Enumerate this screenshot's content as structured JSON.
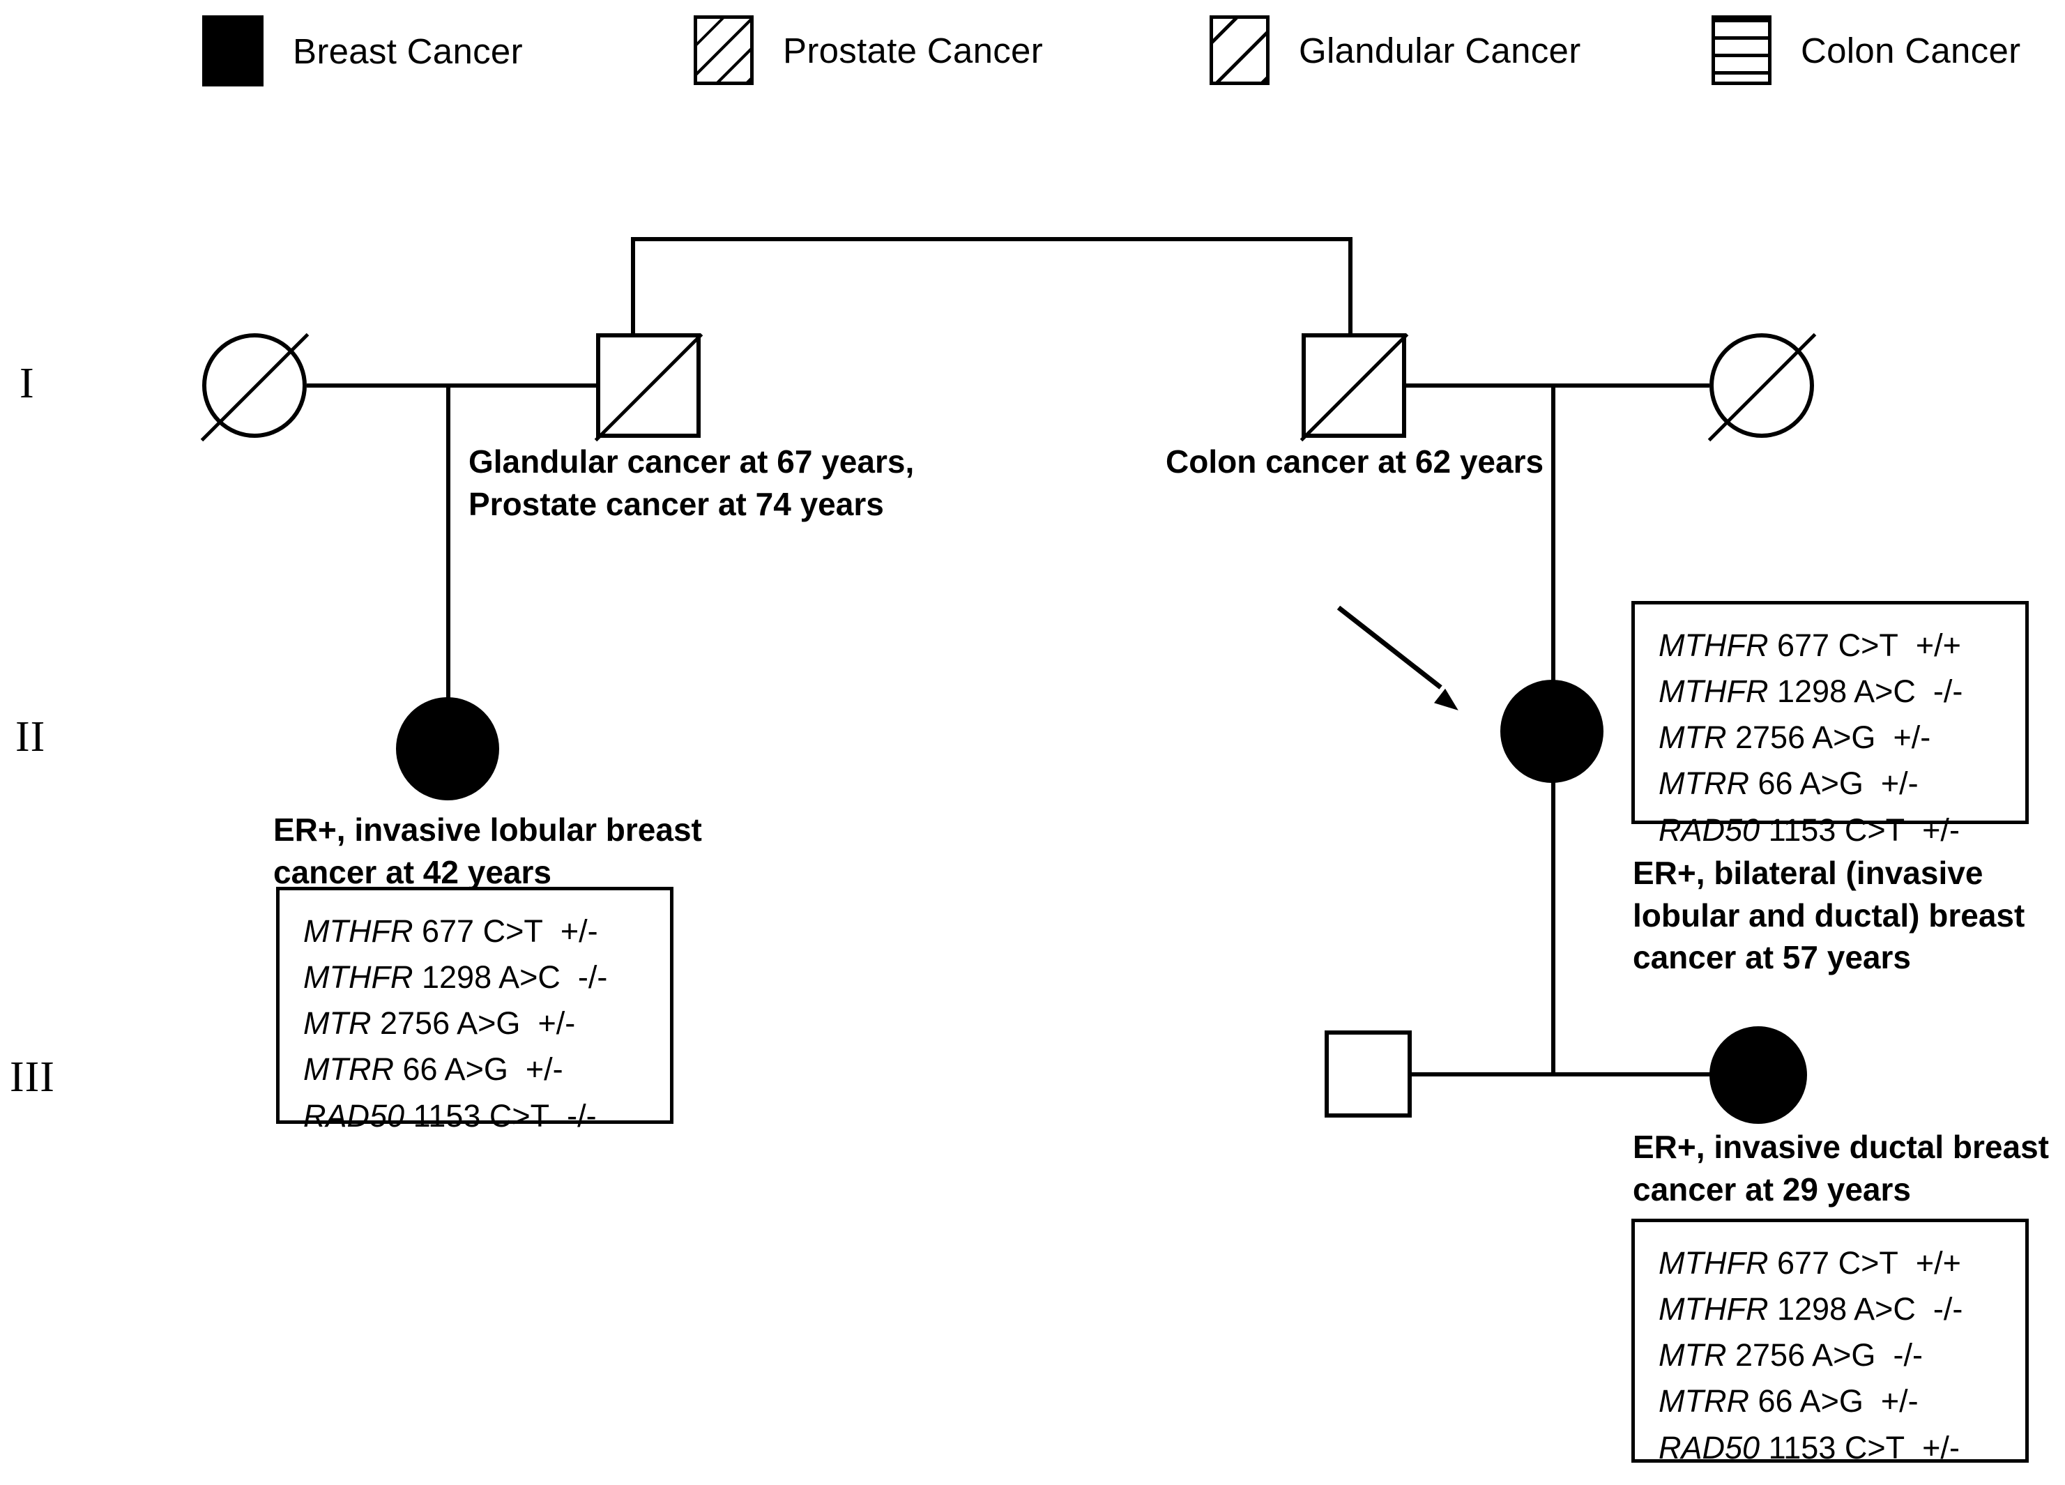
{
  "legend": {
    "items": [
      {
        "label": "Breast Cancer",
        "pattern": "solid-black",
        "icon": "filled-square-icon"
      },
      {
        "label": "Prostate Cancer",
        "pattern": "diagonal-hatch",
        "icon": "diagonal-hatched-square-icon"
      },
      {
        "label": "Glandular Cancer",
        "pattern": "diagonal-hatch-wide",
        "icon": "wide-diagonal-hatched-square-icon"
      },
      {
        "label": "Colon Cancer",
        "pattern": "horizontal-hatch",
        "icon": "horizontal-striped-square-icon"
      }
    ]
  },
  "generations": [
    {
      "label": "I"
    },
    {
      "label": "II"
    },
    {
      "label": "III"
    }
  ],
  "individuals": {
    "gen1_left_female": {
      "sex": "female",
      "affected": false,
      "deceased": true,
      "note": ""
    },
    "gen1_left_male": {
      "sex": "male",
      "affected": true,
      "deceased": true,
      "pattern": "cross-hatch",
      "caption": "Glandular  cancer at 67 years,\nProstate cancer at  74 years"
    },
    "gen1_right_male": {
      "sex": "male",
      "affected": true,
      "deceased": true,
      "pattern": "horizontal-hatch",
      "caption": "Colon cancer at  62 years"
    },
    "gen1_right_female": {
      "sex": "female",
      "affected": false,
      "deceased": true,
      "note": ""
    },
    "gen2_left_female": {
      "sex": "female",
      "affected": true,
      "deceased": false,
      "caption": "ER+, invasive  lobular breast\ncancer at  42 years"
    },
    "gen2_right_female": {
      "sex": "female",
      "affected": true,
      "deceased": false,
      "proband": true,
      "caption": "ER+, bilateral (invasive\nlobular and ductal) breast\ncancer at  57 years"
    },
    "gen3_male": {
      "sex": "male",
      "affected": false,
      "deceased": false,
      "caption": ""
    },
    "gen3_female": {
      "sex": "female",
      "affected": true,
      "deceased": false,
      "caption": "ER+, invasive  ductal breast\ncancer at  29 years"
    }
  },
  "gene_panels": {
    "gen2_left": [
      {
        "gene": "MTHFR",
        "variant": "677 C>T",
        "genotype": "+/-"
      },
      {
        "gene": "MTHFR",
        "variant": "1298  A>C",
        "genotype": "-/-"
      },
      {
        "gene": "MTR",
        "variant": "2756 A>G",
        "genotype": "+/-"
      },
      {
        "gene": "MTRR",
        "variant": "66 A>G",
        "genotype": "+/-"
      },
      {
        "gene": "RAD50",
        "variant": "1153 C>T",
        "genotype": "-/-"
      }
    ],
    "gen2_right": [
      {
        "gene": "MTHFR",
        "variant": "677 C>T",
        "genotype": "+/+"
      },
      {
        "gene": "MTHFR",
        "variant": "1298  A>C",
        "genotype": "-/-"
      },
      {
        "gene": "MTR",
        "variant": "2756 A>G",
        "genotype": "+/-"
      },
      {
        "gene": "MTRR",
        "variant": "66 A>G",
        "genotype": "+/-"
      },
      {
        "gene": "RAD50",
        "variant": "1153 C>T",
        "genotype": "+/-"
      }
    ],
    "gen3": [
      {
        "gene": "MTHFR",
        "variant": "677 C>T",
        "genotype": "+/+"
      },
      {
        "gene": "MTHFR",
        "variant": "1298  A>C",
        "genotype": "-/-"
      },
      {
        "gene": "MTR",
        "variant": "2756 A>G",
        "genotype": "-/-"
      },
      {
        "gene": "MTRR",
        "variant": "66 A>G",
        "genotype": "+/-"
      },
      {
        "gene": "RAD50",
        "variant": "1153 C>T",
        "genotype": "+/-"
      }
    ]
  },
  "colors": {
    "ink": "#000000",
    "paper": "#ffffff"
  }
}
